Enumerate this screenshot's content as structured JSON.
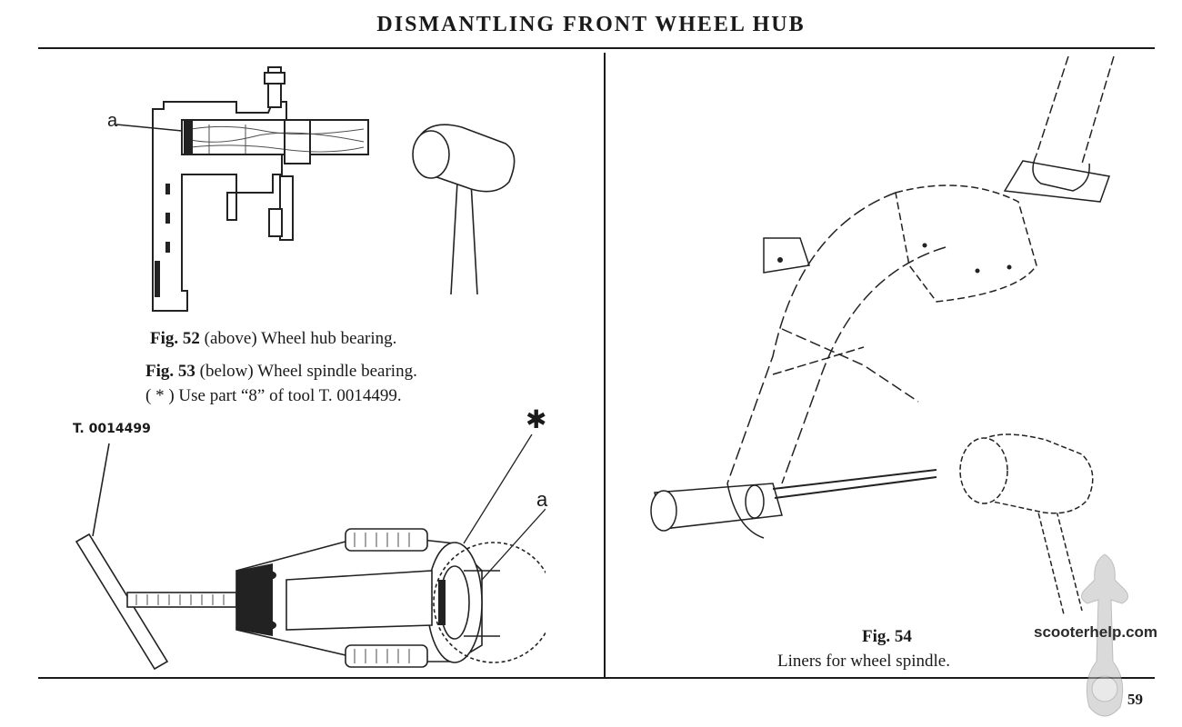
{
  "header": {
    "title": "DISMANTLING FRONT WHEEL HUB"
  },
  "figures": {
    "fig52": {
      "label": "Fig. 52",
      "caption": " (above) Wheel hub bearing.",
      "callout": "a"
    },
    "fig53": {
      "label": "Fig. 53",
      "caption": " (below) Wheel spindle bearing.",
      "note": "( * ) Use part “8” of tool T. 0014499.",
      "tool_label": "T. 0014499",
      "callout_star": "✱",
      "callout": "a"
    },
    "fig54": {
      "label": "Fig. 54",
      "caption": "Liners for wheel spindle."
    }
  },
  "watermark": {
    "text": "scooterhelp.com"
  },
  "footer": {
    "page_number": "59"
  }
}
